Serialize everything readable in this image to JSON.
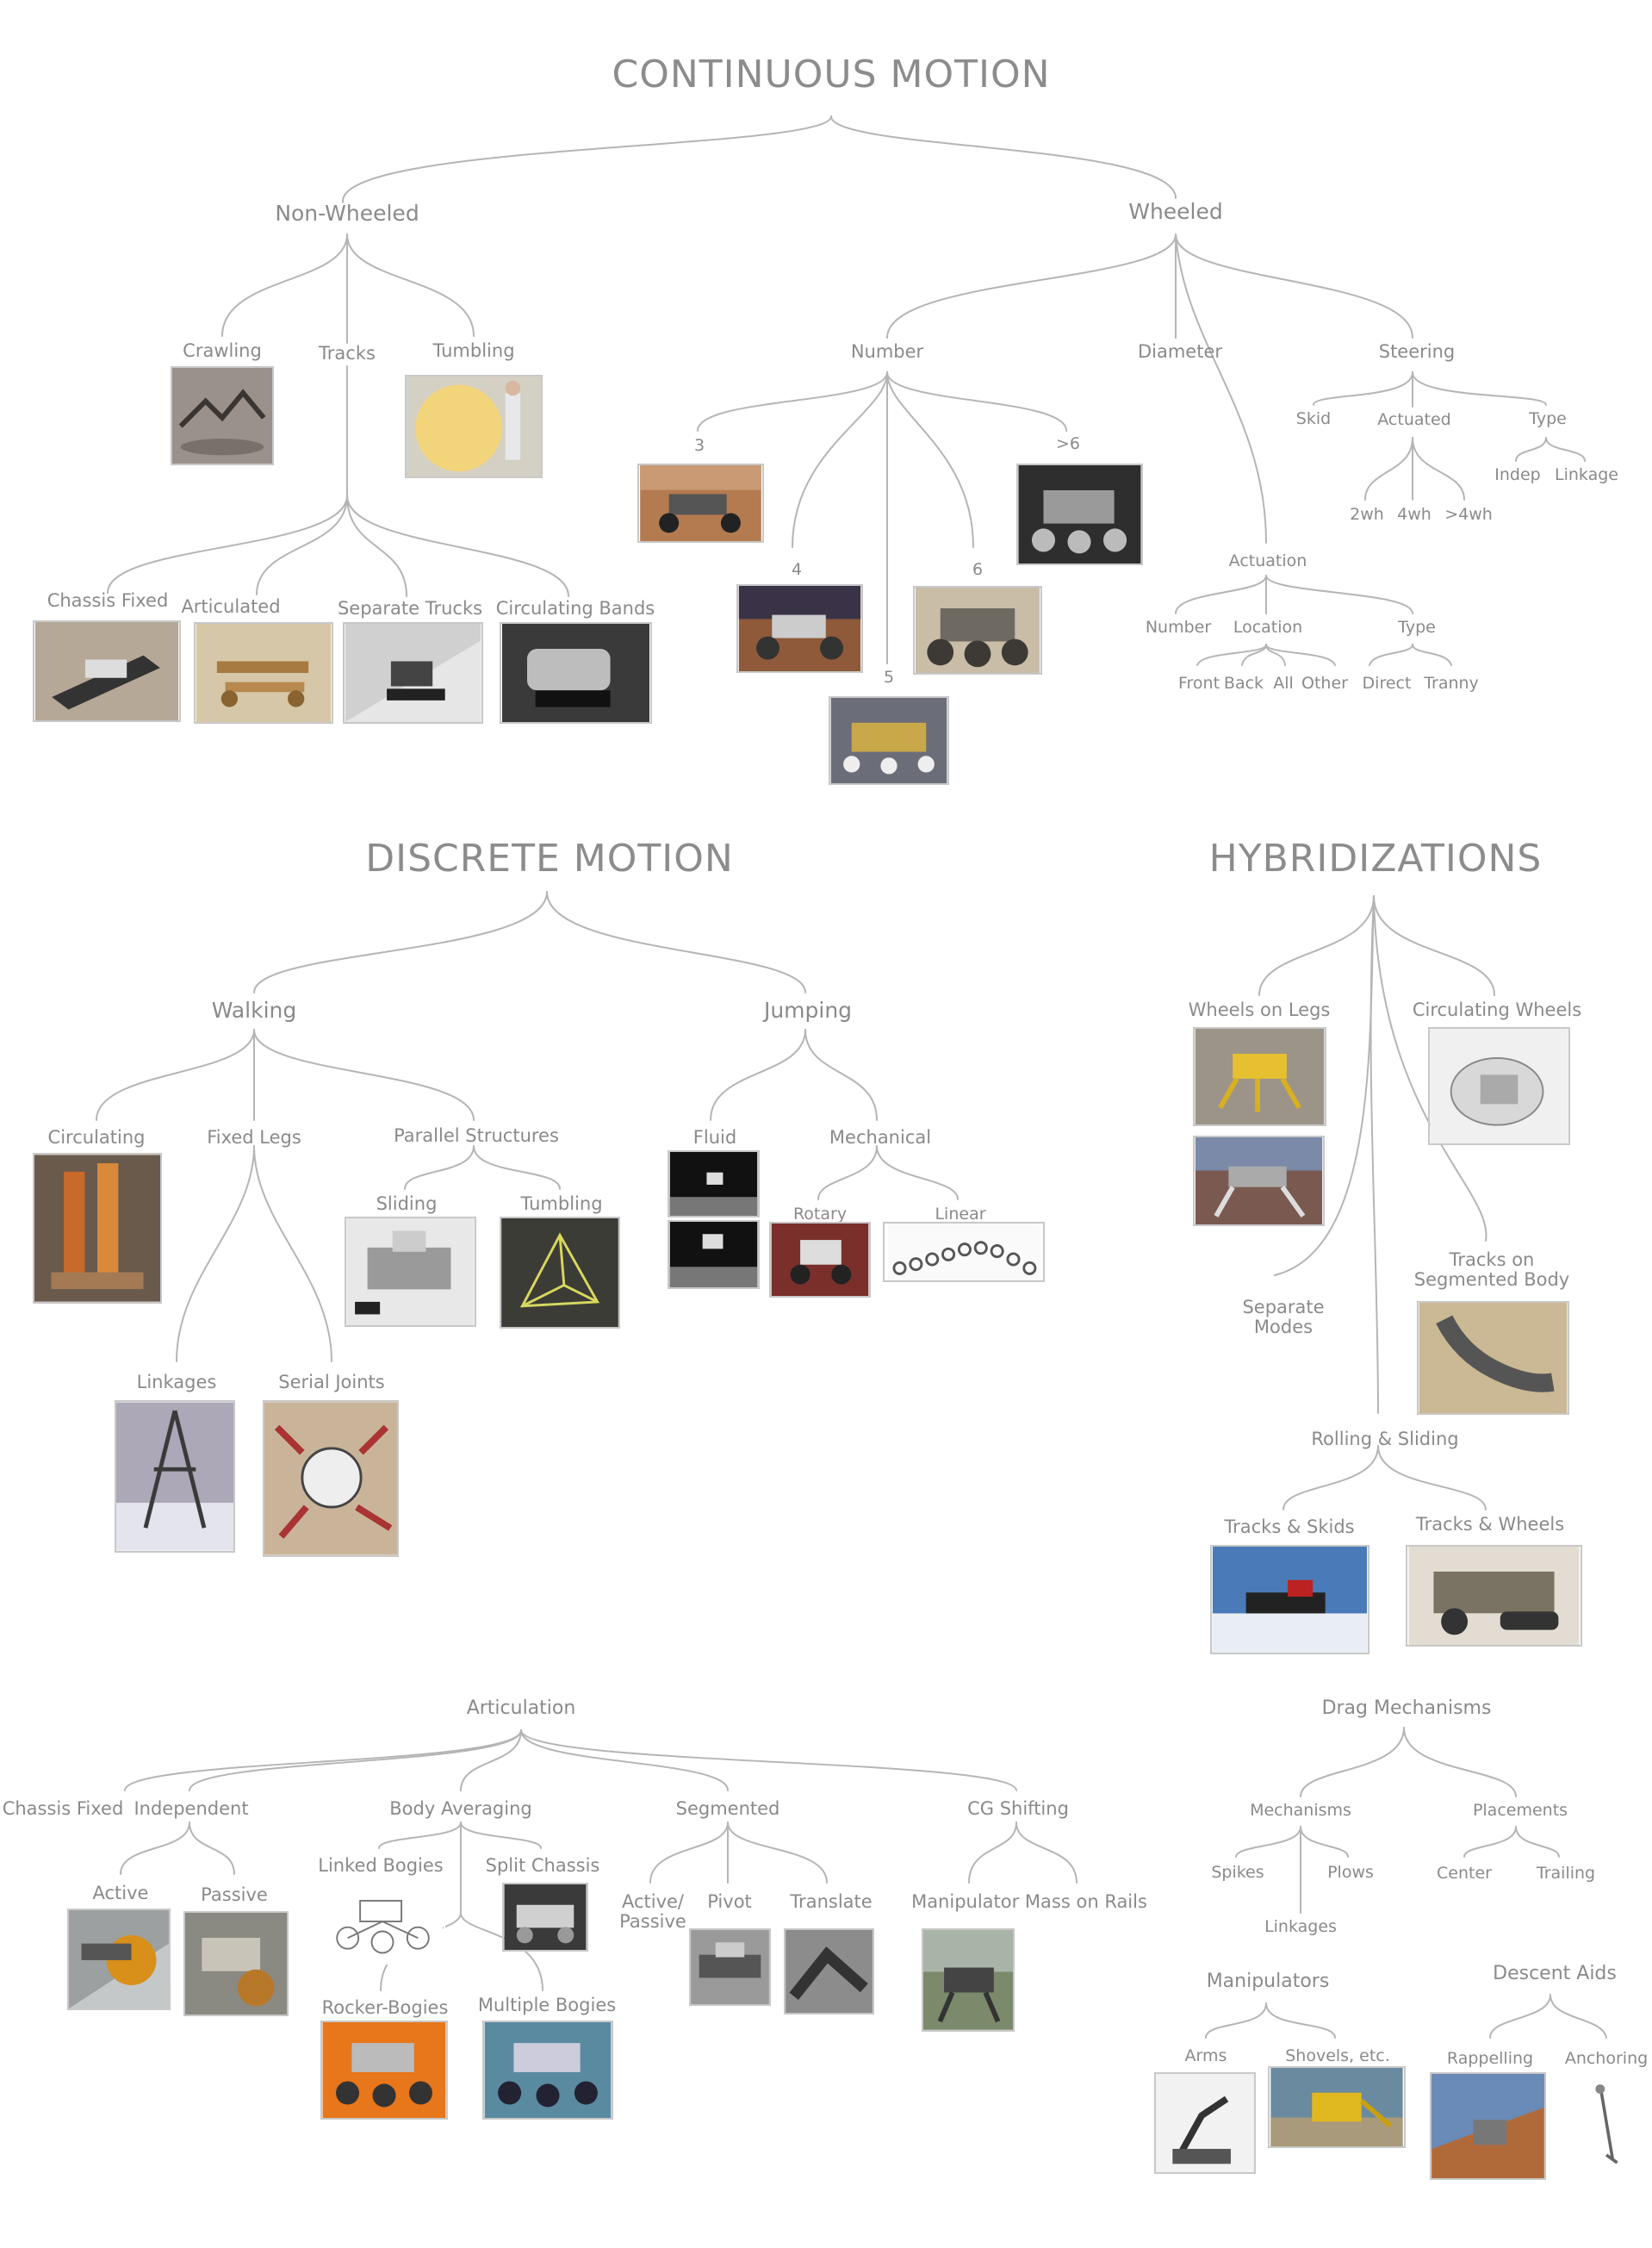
{
  "titles": {
    "continuous": "CONTINUOUS MOTION",
    "discrete": "DISCRETE MOTION",
    "hybrid": "HYBRIDIZATIONS"
  },
  "continuous": {
    "non_wheeled": "Non-Wheeled",
    "wheeled": "Wheeled",
    "crawling": "Crawling",
    "tracks": "Tracks",
    "tumbling": "Tumbling",
    "chassis_fixed": "Chassis Fixed",
    "articulated": "Articulated",
    "separate_trucks": "Separate Trucks",
    "circulating_bands": "Circulating Bands",
    "number": "Number",
    "diameter": "Diameter",
    "steering": "Steering",
    "n3": "3",
    "n4": "4",
    "n5": "5",
    "n6": "6",
    "n_gt6": ">6",
    "skid": "Skid",
    "actuated": "Actuated",
    "type": "Type",
    "indep": "Indep",
    "linkage": "Linkage",
    "wh2": "2wh",
    "wh4": "4wh",
    "wh_gt4": ">4wh",
    "actuation": "Actuation",
    "act_number": "Number",
    "location": "Location",
    "act_type": "Type",
    "front": "Front",
    "back": "Back",
    "all": "All",
    "other": "Other",
    "direct": "Direct",
    "tranny": "Tranny"
  },
  "discrete": {
    "walking": "Walking",
    "jumping": "Jumping",
    "circulating": "Circulating",
    "fixed_legs": "Fixed Legs",
    "parallel_structures": "Parallel Structures",
    "sliding": "Sliding",
    "tumbling": "Tumbling",
    "linkages": "Linkages",
    "serial_joints": "Serial Joints",
    "fluid": "Fluid",
    "mechanical": "Mechanical",
    "rotary": "Rotary",
    "linear": "Linear"
  },
  "hybrid": {
    "wheels_on_legs": "Wheels on Legs",
    "circulating_wheels": "Circulating Wheels",
    "tracks_on_segmented_body_1": "Tracks on",
    "tracks_on_segmented_body_2": "Segmented Body",
    "separate_modes_1": "Separate",
    "separate_modes_2": "Modes",
    "rolling_sliding": "Rolling & Sliding",
    "tracks_skids": "Tracks & Skids",
    "tracks_wheels": "Tracks & Wheels"
  },
  "articulation": {
    "title": "Articulation",
    "chassis_fixed": "Chassis Fixed",
    "independent": "Independent",
    "body_averaging": "Body Averaging",
    "segmented": "Segmented",
    "cg_shifting": "CG Shifting",
    "active": "Active",
    "passive": "Passive",
    "linked_bogies": "Linked Bogies",
    "split_chassis": "Split Chassis",
    "rocker_bogies": "Rocker-Bogies",
    "multiple_bogies": "Multiple Bogies",
    "active_passive_1": "Active/",
    "active_passive_2": "Passive",
    "pivot": "Pivot",
    "translate": "Translate",
    "manipulator_mass": "Manipulator Mass on Rails"
  },
  "other": {
    "drag_mechanisms": "Drag Mechanisms",
    "mechanisms": "Mechanisms",
    "placements": "Placements",
    "spikes": "Spikes",
    "plows": "Plows",
    "center": "Center",
    "trailing": "Trailing",
    "linkages": "Linkages",
    "manipulators": "Manipulators",
    "descent_aids": "Descent Aids",
    "arms": "Arms",
    "shovels": "Shovels, etc.",
    "rappelling": "Rappelling",
    "anchoring": "Anchoring"
  }
}
